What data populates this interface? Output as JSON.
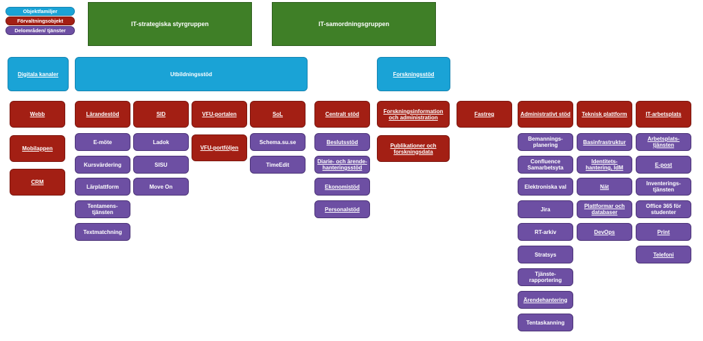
{
  "legend": {
    "families": "Objektfamiljer",
    "management": "Förvaltningsobjekt",
    "subareas": "Delområden/ tjänster"
  },
  "colors": {
    "family": "#1aa3d6",
    "management": "#a31f14",
    "subarea": "#6d4fa3",
    "group": "#3f7f27"
  },
  "groups": {
    "strategic": "IT-strategiska styrgruppen",
    "coordination": "IT-samordningsgruppen"
  },
  "families": {
    "digital": "Digitala kanaler",
    "education": "Utbildningsstöd",
    "research": "Forskningsstöd"
  },
  "management": {
    "webb": "Webb",
    "mobilappen": "Mobilappen",
    "crm": "CRM",
    "larandestod": "Lärandestöd",
    "sid": "SID",
    "vfu_portalen": "VFU-portalen",
    "vfu_portfoljen": "VFU-portföljen",
    "sol": "SoL",
    "centralt_stod": "Centralt stöd",
    "forskningsinformation": "Forskningsinformation och administration",
    "publikationer": "Publikationer och forskningsdata",
    "fastreg": "Fastreg",
    "administrativt": "Administrativt stöd",
    "teknisk": "Teknisk plattform",
    "it_arbetsplats": "IT-arbetsplats"
  },
  "subareas": {
    "e_mote": "E-möte",
    "kursvardering": "Kursvärdering",
    "larplattform": "Lärplattform",
    "tentamenstjansten": "Tentamens-tjänsten",
    "textmatchning": "Textmatchning",
    "ladok": "Ladok",
    "sisu": "SISU",
    "move_on": "Move On",
    "schema": "Schema.su.se",
    "timeedit": "TimeEdit",
    "beslutsstod": "Beslutsstöd",
    "diarie": "Diarie- och ärende-hanteringsstöd",
    "ekonomistod": "Ekonomistöd",
    "personalstod": "Personalstöd",
    "bemanning": "Bemannings-planering",
    "confluence": "Confluence Samarbetsyta",
    "elektroniska_val": "Elektroniska val",
    "jira": "Jira",
    "rt_arkiv": "RT-arkiv",
    "stratsys": "Stratsys",
    "tjanste": "Tjänste-rapportering",
    "arendehantering": "Ärendehantering",
    "tentaskanning": "Tentaskanning",
    "basinfrastruktur": "Basinfrastruktur",
    "identitets": "Identitets-hantering, IdM",
    "nat": "Nät",
    "plattformar": "Plattformar och databaser",
    "devops": "DevOps",
    "arbetsplats": "Arbetsplats-tjänsten",
    "e_post": "E-post",
    "inventering": "Inventerings-tjänsten",
    "office": "Office 365 för studenter",
    "print": "Print",
    "telefoni": "Telefoni"
  }
}
